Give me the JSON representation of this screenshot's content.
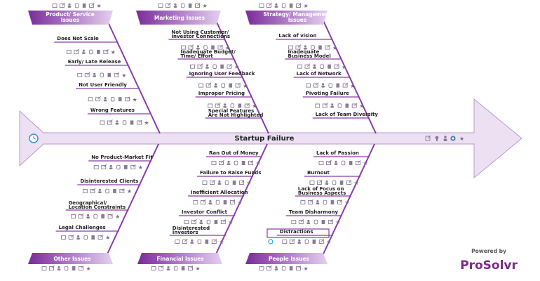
{
  "spine_label": "Startup Failure",
  "branding": {
    "powered_by": "Powered by",
    "logo": "ProSolvr"
  },
  "colors": {
    "header_gradient_start": "#7a2b9a",
    "header_gradient_end": "#e0c8ef",
    "bone": "#8a3aa8",
    "spine_fill": "#ece0f2",
    "icon": "#8a7a96"
  },
  "icons": [
    "image-icon",
    "edit-icon",
    "person-icon",
    "hand-icon",
    "document-icon",
    "share-icon",
    "star-icon"
  ],
  "categories": [
    {
      "name": "Product/ Service Issues",
      "causes": [
        "Does Not Scale",
        "Early/ Late Release",
        "Not User Friendly",
        "Wrong Features"
      ]
    },
    {
      "name": "Marketing Issues",
      "causes": [
        "Not Using Customer/ Investor Connections",
        "Inadequate Budget/ Time/ Effort",
        "Ignoring User Feedback",
        "Improper Pricing",
        "Special Features Are Not Highlighted"
      ]
    },
    {
      "name": "Strategy/ Management Issues",
      "causes": [
        "Lack of vision",
        "Inadequate Business Model",
        "Lack of Network",
        "Pivoting Failure",
        "Lack of Team Diversity"
      ]
    },
    {
      "name": "Other Issues",
      "causes": [
        "No Product-Market Fit",
        "Disinterested Clients",
        "Geographical/ Location Constraints",
        "Legal Challenges"
      ]
    },
    {
      "name": "Financial Issues",
      "causes": [
        "Ran Out of Money",
        "Failure to Raise Funds",
        "Inefficient Allocation",
        "Investor Conflict",
        "Disinterested Investors"
      ]
    },
    {
      "name": "People Issues",
      "causes": [
        "Lack of Passion",
        "Burnout",
        "Lack of Focus on Business Aspects",
        "Team Disharmony",
        "Distractions"
      ]
    }
  ]
}
